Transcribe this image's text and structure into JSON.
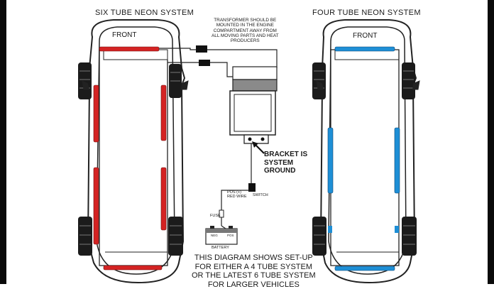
{
  "titles": {
    "left": "SIX TUBE NEON SYSTEM",
    "right": "FOUR TUBE NEON SYSTEM"
  },
  "car_labels": {
    "left_front": "FRONT",
    "right_front": "FRONT"
  },
  "transformer_note": [
    "TRANSFORMER SHOULD BE",
    "MOUNTED IN THE ENGINE",
    "COMPARTMENT AWAY FROM",
    "ALL MOVING PARTS AND HEAT",
    "PRODUCERS"
  ],
  "bracket_note": [
    "BRACKET IS",
    "SYSTEM",
    "GROUND"
  ],
  "wiring": {
    "pos_line1": "POS (+)",
    "pos_line2": "RED WIRE",
    "switch": "SWITCH",
    "fuse": "FUSE",
    "battery": "BATTERY",
    "battery_neg": "NEG",
    "battery_pos": "POS"
  },
  "bottom_note": [
    "THIS DIAGRAM SHOWS SET-UP",
    "FOR EITHER A  4  TUBE SYSTEM",
    "OR THE LATEST 6 TUBE SYSTEM",
    "FOR LARGER VEHICLES"
  ],
  "colors": {
    "six_tube_neon": "#d42323",
    "four_tube_neon": "#1e8fd6",
    "outline": "#222222"
  }
}
